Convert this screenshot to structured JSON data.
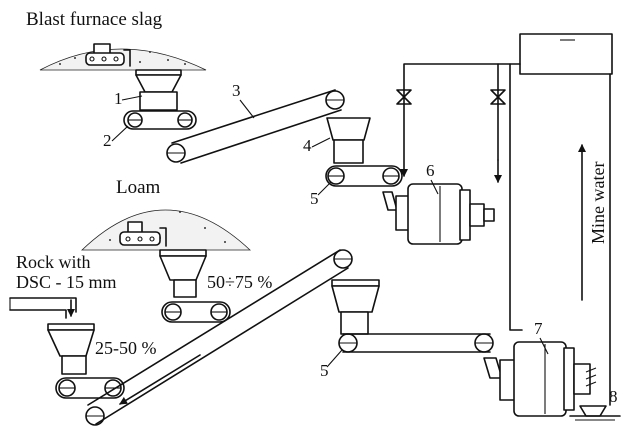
{
  "labels": {
    "blast_furnace_slag": "Blast furnace slag",
    "loam": "Loam",
    "rock_line1": "Rock with",
    "rock_line2": "DSC - 15 mm",
    "pct_loam": "50÷75 %",
    "pct_rock": "25-50 %",
    "mine_water": "Mine water"
  },
  "numbers": {
    "n1": "1",
    "n2": "2",
    "n3": "3",
    "n4": "4",
    "n5_upper": "5",
    "n5_lower": "5",
    "n6": "6",
    "n7": "7",
    "n8": "8"
  },
  "colors": {
    "line": "#111111",
    "pile_fill": "#f2f2f2"
  }
}
